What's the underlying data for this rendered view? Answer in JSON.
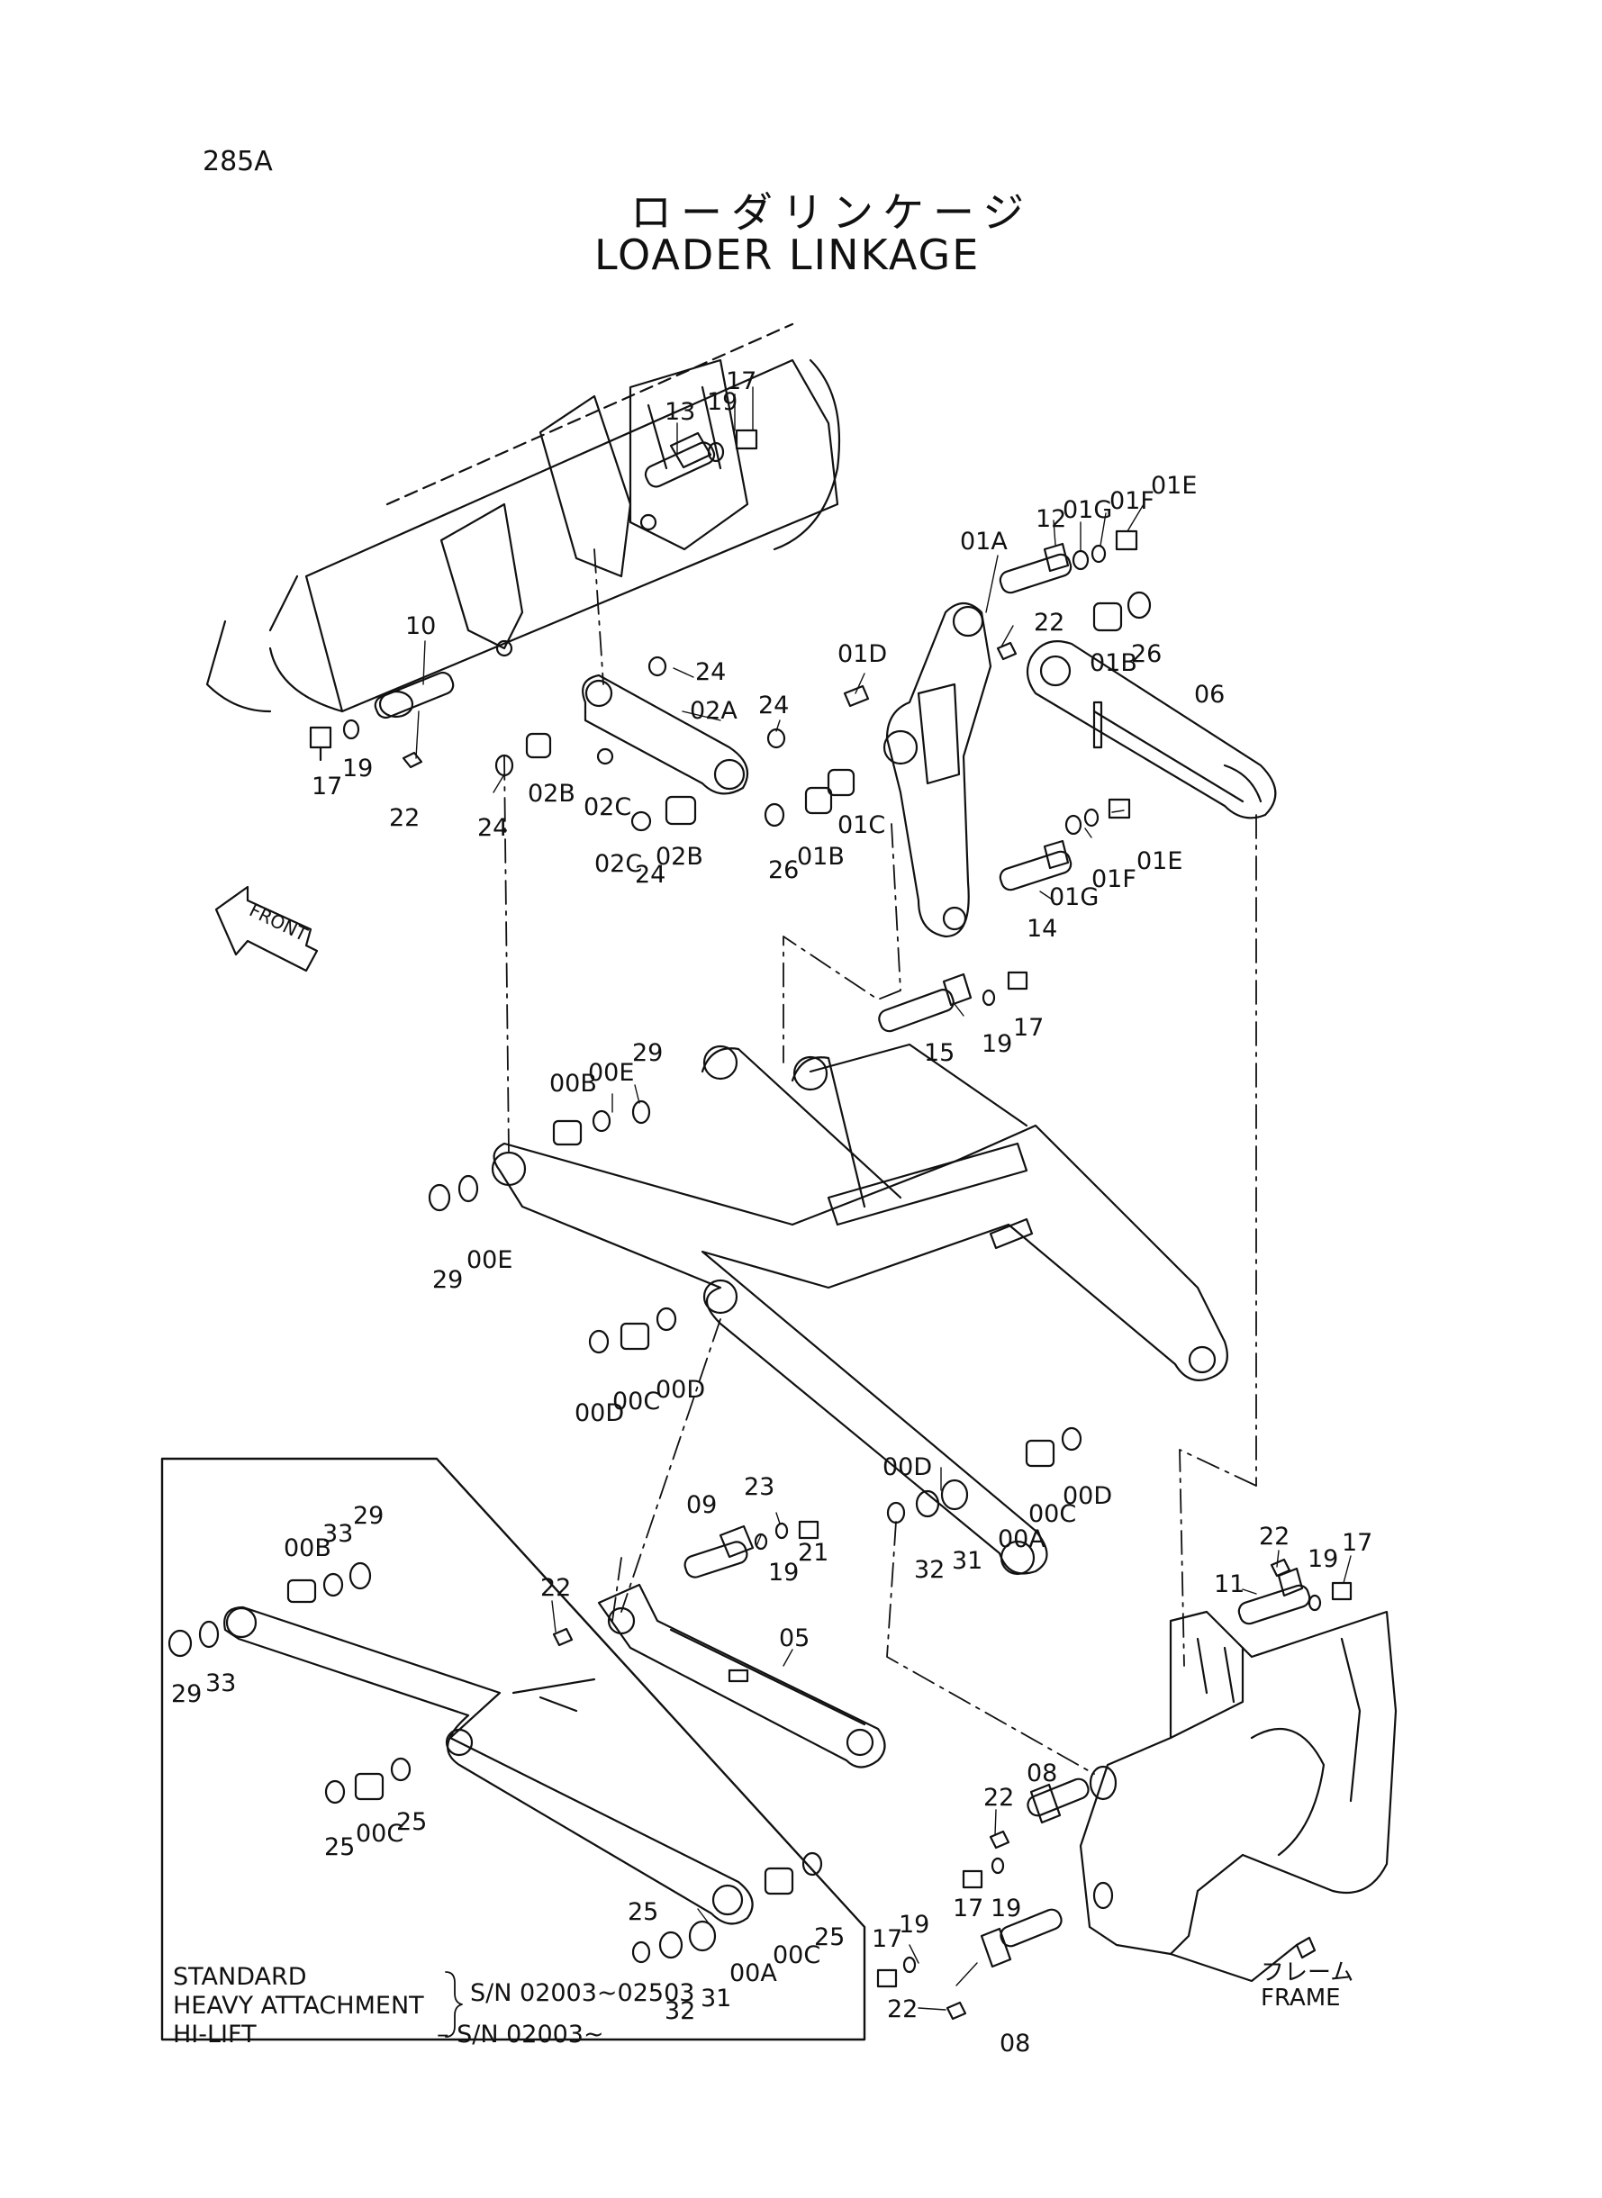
{
  "page_code": "285A",
  "title_jp": "ローダリンケージ",
  "title_en": "LOADER LINKAGE",
  "front_label": "FRONT",
  "frame_label_jp": "フレーム",
  "frame_label_en": "FRAME",
  "legend": {
    "standard": "STANDARD",
    "heavy": "HEAVY ATTACHMENT",
    "range1": "S/N 02003~02503",
    "hilift": "HI-LIFT",
    "range2": "– S/N 02003~"
  },
  "callouts": [
    {
      "id": "c1",
      "text": "13"
    },
    {
      "id": "c2",
      "text": "19"
    },
    {
      "id": "c3",
      "text": "17"
    },
    {
      "id": "c4",
      "text": "12"
    },
    {
      "id": "c5",
      "text": "01G"
    },
    {
      "id": "c6",
      "text": "01F"
    },
    {
      "id": "c7",
      "text": "01E"
    },
    {
      "id": "c8",
      "text": "01A"
    },
    {
      "id": "c9",
      "text": "22"
    },
    {
      "id": "c10",
      "text": "01B"
    },
    {
      "id": "c11",
      "text": "26"
    },
    {
      "id": "c12",
      "text": "06"
    },
    {
      "id": "c13",
      "text": "01D"
    },
    {
      "id": "c14",
      "text": "10"
    },
    {
      "id": "c15",
      "text": "17"
    },
    {
      "id": "c16",
      "text": "19"
    },
    {
      "id": "c17",
      "text": "22"
    },
    {
      "id": "c18",
      "text": "24"
    },
    {
      "id": "c19",
      "text": "02A"
    },
    {
      "id": "c20",
      "text": "24"
    },
    {
      "id": "c21",
      "text": "02B"
    },
    {
      "id": "c22",
      "text": "24"
    },
    {
      "id": "c23",
      "text": "02C"
    },
    {
      "id": "c24",
      "text": "02C"
    },
    {
      "id": "c25",
      "text": "24"
    },
    {
      "id": "c26",
      "text": "02B"
    },
    {
      "id": "c27",
      "text": "26"
    },
    {
      "id": "c28",
      "text": "01B"
    },
    {
      "id": "c29",
      "text": "01C"
    },
    {
      "id": "c30",
      "text": "01G"
    },
    {
      "id": "c31",
      "text": "01F"
    },
    {
      "id": "c32",
      "text": "01E"
    },
    {
      "id": "c33",
      "text": "14"
    },
    {
      "id": "c34",
      "text": "19"
    },
    {
      "id": "c35",
      "text": "17"
    },
    {
      "id": "c36",
      "text": "15"
    },
    {
      "id": "c37",
      "text": "00B"
    },
    {
      "id": "c38",
      "text": "00E"
    },
    {
      "id": "c39",
      "text": "29"
    },
    {
      "id": "c40",
      "text": "29"
    },
    {
      "id": "c41",
      "text": "00E"
    },
    {
      "id": "c42",
      "text": "00D"
    },
    {
      "id": "c43",
      "text": "00C"
    },
    {
      "id": "c44",
      "text": "00D"
    },
    {
      "id": "c45",
      "text": "00D"
    },
    {
      "id": "c46",
      "text": "00C"
    },
    {
      "id": "c47",
      "text": "00D"
    },
    {
      "id": "c48",
      "text": "32"
    },
    {
      "id": "c49",
      "text": "31"
    },
    {
      "id": "c50",
      "text": "00A"
    },
    {
      "id": "c51",
      "text": "09"
    },
    {
      "id": "c52",
      "text": "23"
    },
    {
      "id": "c53",
      "text": "19"
    },
    {
      "id": "c54",
      "text": "21"
    },
    {
      "id": "c55",
      "text": "22"
    },
    {
      "id": "c56",
      "text": "05"
    },
    {
      "id": "c57",
      "text": "22"
    },
    {
      "id": "c58",
      "text": "11"
    },
    {
      "id": "c59",
      "text": "19"
    },
    {
      "id": "c60",
      "text": "17"
    },
    {
      "id": "c61",
      "text": "22"
    },
    {
      "id": "c62",
      "text": "08"
    },
    {
      "id": "c63",
      "text": "17"
    },
    {
      "id": "c64",
      "text": "19"
    },
    {
      "id": "c65",
      "text": "17"
    },
    {
      "id": "c66",
      "text": "19"
    },
    {
      "id": "c67",
      "text": "22"
    },
    {
      "id": "c68",
      "text": "08"
    },
    {
      "id": "c69",
      "text": "00B"
    },
    {
      "id": "c70",
      "text": "33"
    },
    {
      "id": "c71",
      "text": "29"
    },
    {
      "id": "c72",
      "text": "29"
    },
    {
      "id": "c73",
      "text": "33"
    },
    {
      "id": "c74",
      "text": "25"
    },
    {
      "id": "c75",
      "text": "00C"
    },
    {
      "id": "c76",
      "text": "25"
    },
    {
      "id": "c77",
      "text": "25"
    },
    {
      "id": "c78",
      "text": "32"
    },
    {
      "id": "c79",
      "text": "31"
    },
    {
      "id": "c80",
      "text": "00A"
    },
    {
      "id": "c81",
      "text": "00C"
    },
    {
      "id": "c82",
      "text": "25"
    }
  ]
}
